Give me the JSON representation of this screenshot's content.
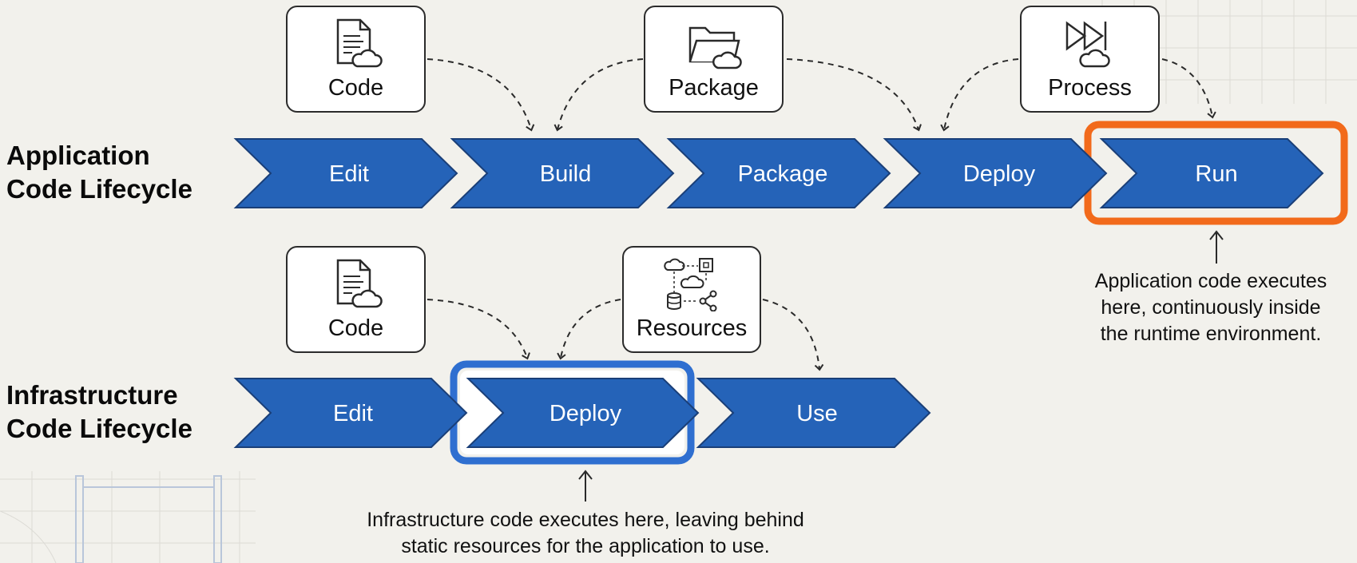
{
  "colors": {
    "stage_blue": "#2563b8",
    "stage_highlight_app": "#f26a1b",
    "stage_highlight_infra": "#2f6fd0",
    "background": "#f2f1ec"
  },
  "app_lane": {
    "label_line1": "Application",
    "label_line2": "Code Lifecycle",
    "stages": [
      "Edit",
      "Build",
      "Package",
      "Deploy",
      "Run"
    ],
    "highlighted_stage": "Run",
    "inputs": [
      {
        "label": "Code",
        "icon": "code-file-cloud-icon"
      },
      {
        "label": "Package",
        "icon": "folder-cloud-icon"
      },
      {
        "label": "Process",
        "icon": "fast-forward-cloud-icon"
      }
    ],
    "note_lines": [
      "Application code executes",
      "here, continuously inside",
      "the runtime environment."
    ]
  },
  "infra_lane": {
    "label_line1": "Infrastructure",
    "label_line2": "Code Lifecycle",
    "stages": [
      "Edit",
      "Deploy",
      "Use"
    ],
    "highlighted_stage": "Deploy",
    "inputs": [
      {
        "label": "Code",
        "icon": "code-file-cloud-icon"
      },
      {
        "label": "Resources",
        "icon": "cloud-resources-icon"
      }
    ],
    "note_lines": [
      "Infrastructure code executes here, leaving behind",
      "static resources for the application to use."
    ]
  }
}
